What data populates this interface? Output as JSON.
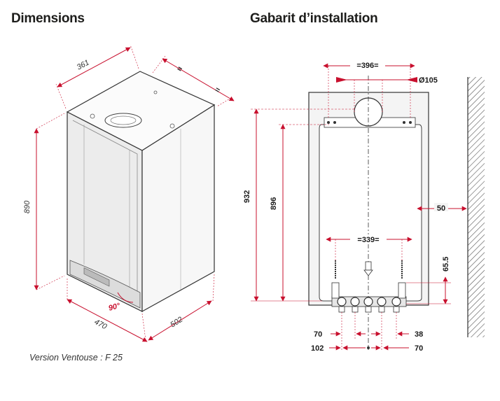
{
  "titles": {
    "dimensions": "Dimensions",
    "gabarit": "Gabarit d’installation"
  },
  "caption": "Version Ventouse : F 25",
  "colors": {
    "accent": "#c8102e",
    "line": "#333333",
    "panel": "#f4f4f4"
  },
  "dimensions_view": {
    "width": "361",
    "height": "890",
    "depth_left": "470",
    "depth_right": "502",
    "angle": "90°",
    "equal_mark_1": "=",
    "equal_mark_2": "="
  },
  "gabarit_view": {
    "top_spacing": "=396=",
    "flue_diameter": "Ø105",
    "total_height": "932",
    "inner_height": "896",
    "wall_clearance": "50",
    "bottom_spacing": "=339=",
    "bottom_offset": "65.5",
    "left_pipe_offset": "70",
    "right_pipe_offset": "38",
    "left_center_offset": "102",
    "right_center_offset": "70"
  }
}
